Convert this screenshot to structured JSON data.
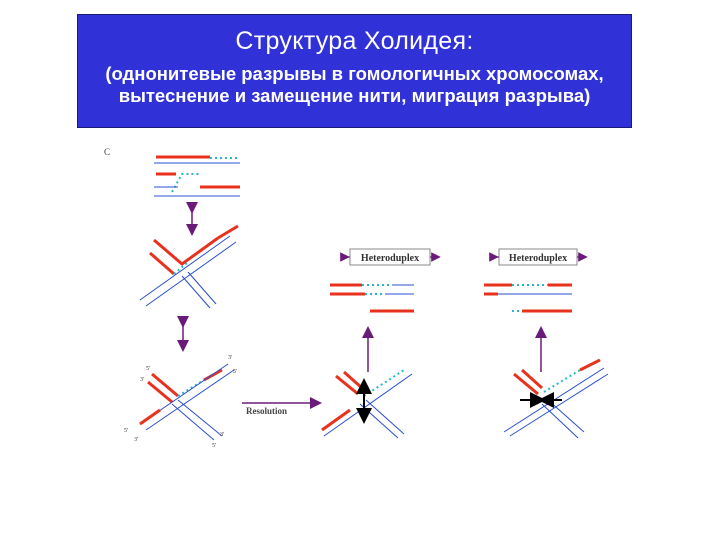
{
  "title": {
    "main": "Структура Холидея:",
    "subtitle_line1": "(однонитевые разрывы в гомологичных хромосомах,",
    "subtitle_line2": "вытеснение и замещение нити, миграция разрыва)"
  },
  "figure": {
    "panel_letter": "C",
    "heteroduplex_label": "Heteroduplex",
    "resolution_label": "Resolution",
    "strand_ends": {
      "top_left": "5'",
      "top_left_inner": "3'",
      "top_right": "3'",
      "top_right_inner": "5'",
      "bottom_left": "5'",
      "bottom_left_inner": "3'",
      "bottom_right": "3'",
      "bottom_right_inner": "5'"
    }
  },
  "colors": {
    "title_background": "#3131d8",
    "red_strand": "#e8321e",
    "blue_strand": "#2a4fd0",
    "cyan_dots": "#27b7c7",
    "arrow_purple": "#6a1b7a"
  }
}
